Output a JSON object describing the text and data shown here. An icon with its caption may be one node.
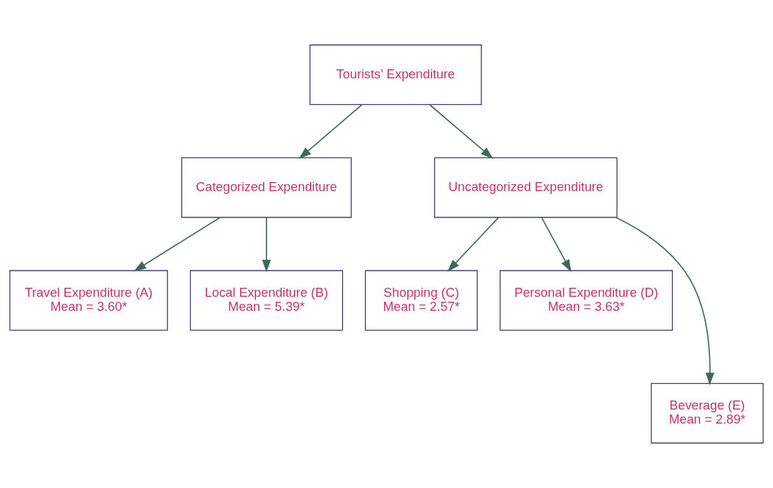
{
  "diagram": {
    "nodes": [
      {
        "text": [
          "Tourists’ Expenditure"
        ]
      },
      {
        "text": [
          "Categorized Expenditure"
        ]
      },
      {
        "text": [
          "Uncategorized Expenditure"
        ]
      },
      {
        "text": [
          "Travel Expenditure (A)",
          "Mean = 3.60*"
        ]
      },
      {
        "text": [
          "Local Expenditure (B)",
          "Mean = 5.39*"
        ]
      },
      {
        "text": [
          "Shopping (C)",
          "Mean = 2.57*"
        ]
      },
      {
        "text": [
          "Personal Expenditure (D)",
          "Mean = 3.63*"
        ]
      },
      {
        "text": [
          "Beverage (E)",
          "Mean = 2.89*"
        ]
      }
    ],
    "edges": [
      {
        "from": 0,
        "to": 1,
        "arrow": "to"
      },
      {
        "from": 0,
        "to": 2,
        "arrow": "to"
      },
      {
        "from": 1,
        "to": 3,
        "arrow": "to"
      },
      {
        "from": 1,
        "to": 4,
        "arrow": "to"
      },
      {
        "from": 2,
        "to": 5,
        "arrow": "to"
      },
      {
        "from": 2,
        "to": 6,
        "arrow": "to"
      },
      {
        "from": 2,
        "to": 7,
        "arrow": "to"
      }
    ]
  }
}
